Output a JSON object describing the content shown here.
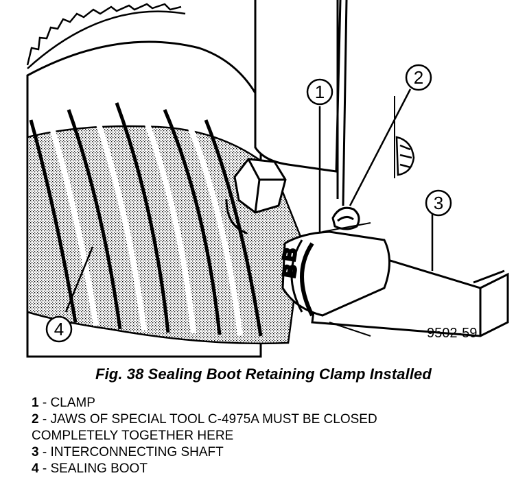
{
  "callouts": [
    {
      "number": "1"
    },
    {
      "number": "2"
    },
    {
      "number": "3"
    },
    {
      "number": "4"
    }
  ],
  "figure_number": "9502-59",
  "caption": "Fig. 38 Sealing Boot Retaining Clamp Installed",
  "legend": [
    {
      "number": "1",
      "text": " - CLAMP"
    },
    {
      "number": "2",
      "text": " - JAWS OF SPECIAL TOOL C-4975A MUST BE CLOSED"
    },
    {
      "number": "",
      "text": "COMPLETELY TOGETHER HERE"
    },
    {
      "number": "3",
      "text": " - INTERCONNECTING SHAFT"
    },
    {
      "number": "4",
      "text": " - SEALING BOOT"
    }
  ]
}
